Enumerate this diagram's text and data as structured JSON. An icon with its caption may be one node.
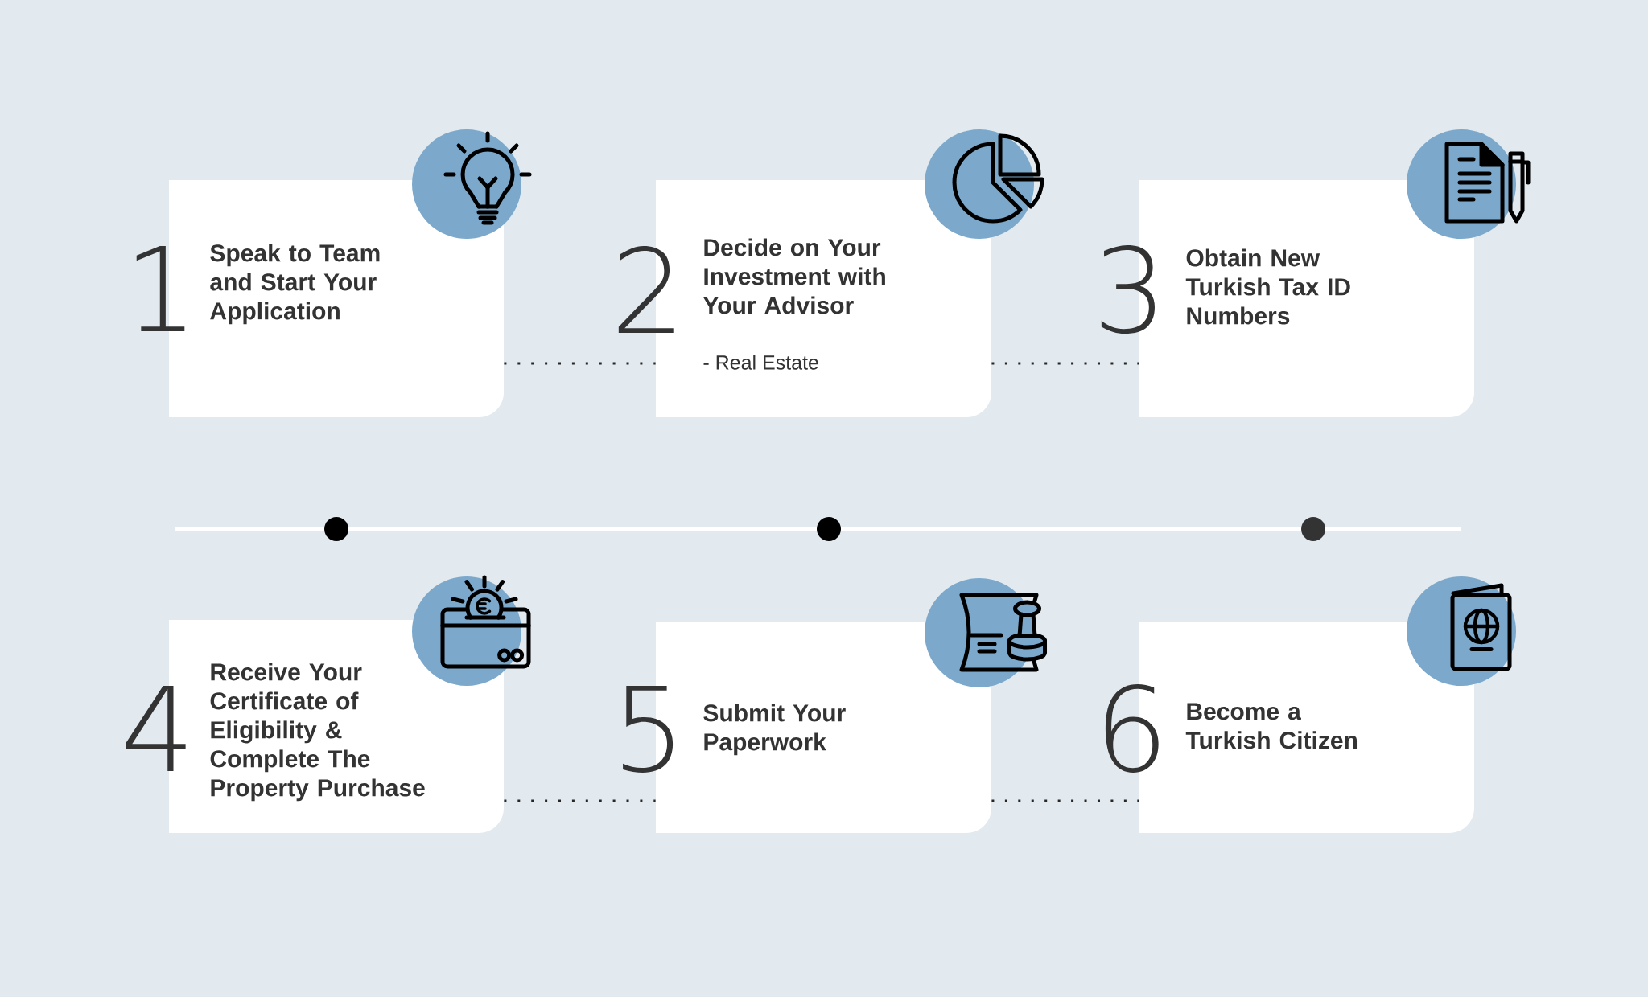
{
  "diagram": {
    "nodes": [
      {
        "text": [
          "1",
          "Speak to Team and Start Your Application"
        ]
      },
      {
        "text": [
          "2",
          "Decide on Your Investment with Your Advisor",
          "- Real Estate"
        ]
      },
      {
        "text": [
          "3",
          "Obtain New Turkish Tax ID Numbers"
        ]
      },
      {
        "text": [
          "4",
          "Receive Your Certificate of Eligibility & Complete The Property Purchase"
        ]
      },
      {
        "text": [
          "5",
          "Submit Your Paperwork"
        ]
      },
      {
        "text": [
          "6",
          "Become a Turkish Citizen"
        ]
      }
    ],
    "edges": [
      {
        "from": 0,
        "to": 1,
        "arrow": "none"
      },
      {
        "from": 1,
        "to": 2,
        "arrow": "none"
      },
      {
        "from": 3,
        "to": 4,
        "arrow": "none"
      },
      {
        "from": 4,
        "to": 5,
        "arrow": "none"
      }
    ]
  }
}
